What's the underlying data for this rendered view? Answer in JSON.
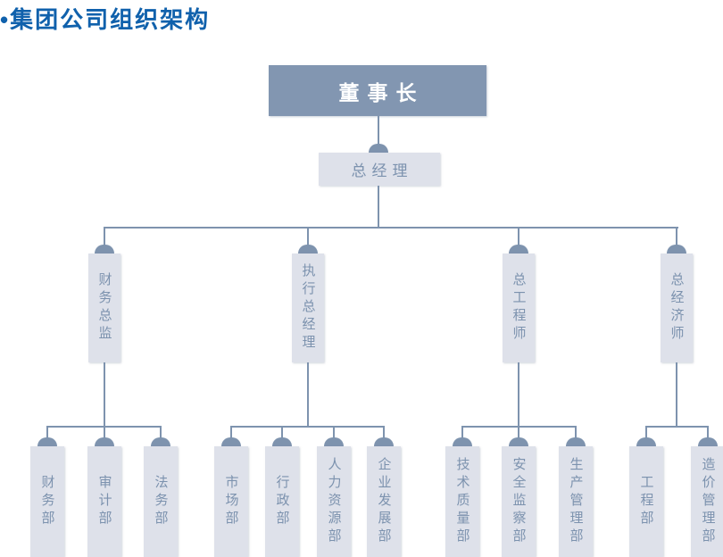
{
  "title": "•集团公司组织架构",
  "colors": {
    "title_text": "#1061AC",
    "node_dark_bg": "#8296B1",
    "node_dark_text": "#FFFFFF",
    "node_light_bg": "#DEE1EA",
    "node_light_text": "#7C92AE",
    "connector": "#7E93AE"
  },
  "org": {
    "chairman": "董事长",
    "general_manager": "总经理",
    "executives": [
      {
        "name": "财务总监",
        "departments": [
          "财务部",
          "审计部",
          "法务部"
        ]
      },
      {
        "name": "执行总经理",
        "departments": [
          "市场部",
          "行政部",
          "人力资源部",
          "企业发展部"
        ]
      },
      {
        "name": "总工程师",
        "departments": [
          "技术质量部",
          "安全监察部",
          "生产管理部"
        ]
      },
      {
        "name": "总经济师",
        "departments": [
          "工程部",
          "造价管理部"
        ]
      }
    ]
  }
}
